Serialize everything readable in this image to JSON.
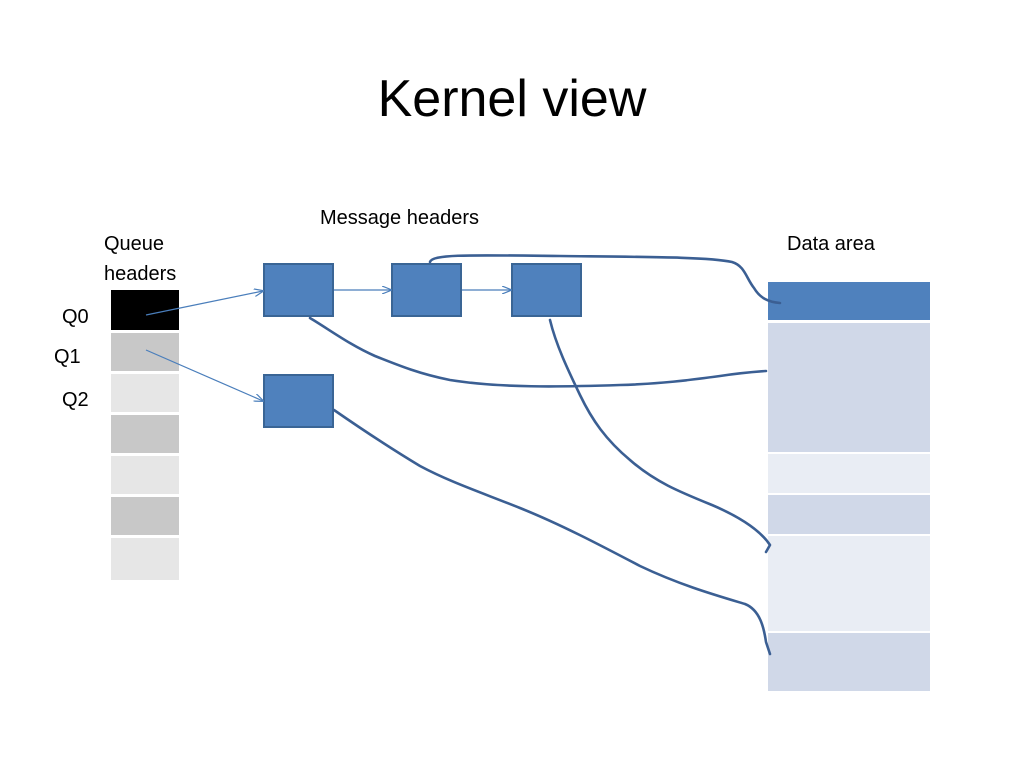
{
  "title": "Kernel view",
  "labels": {
    "message_headers": "Message headers",
    "queue_headers_line1": "Queue",
    "queue_headers_line2": "headers",
    "data_area": "Data area",
    "q0": "Q0",
    "q1": "Q1",
    "q2": "Q2"
  },
  "colors": {
    "message_header_fill": "#4f81bd",
    "queue_active": "#000000",
    "queue_dark": "#c8c8c8",
    "queue_light": "#e6e6e6",
    "data_used": "#4f81bd",
    "data_mid": "#d0d8e8",
    "data_light": "#e9edf4",
    "connector": "#3b5f93"
  }
}
